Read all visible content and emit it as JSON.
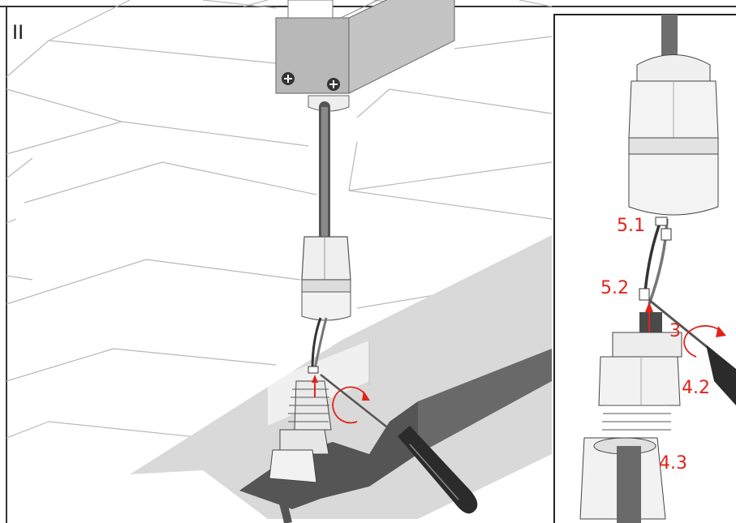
{
  "step_numeral": "II",
  "callouts": {
    "c_5_1": "5.1",
    "c_5_2": "5.2",
    "c_3": "3",
    "c_4_2": "4.2",
    "c_4_3": "4.3"
  },
  "colors": {
    "annotation": "#e2231a",
    "line": "#9a9a9a",
    "housing": "#b0b0b0",
    "cable": "#6e6e6e",
    "gland": "#eeeeee",
    "trench": "#d9d9d9",
    "trench_dark": "#555555"
  },
  "icons": [
    "screw-icon",
    "screwdriver-icon",
    "rotation-arrow-icon",
    "cable-gland-icon"
  ]
}
